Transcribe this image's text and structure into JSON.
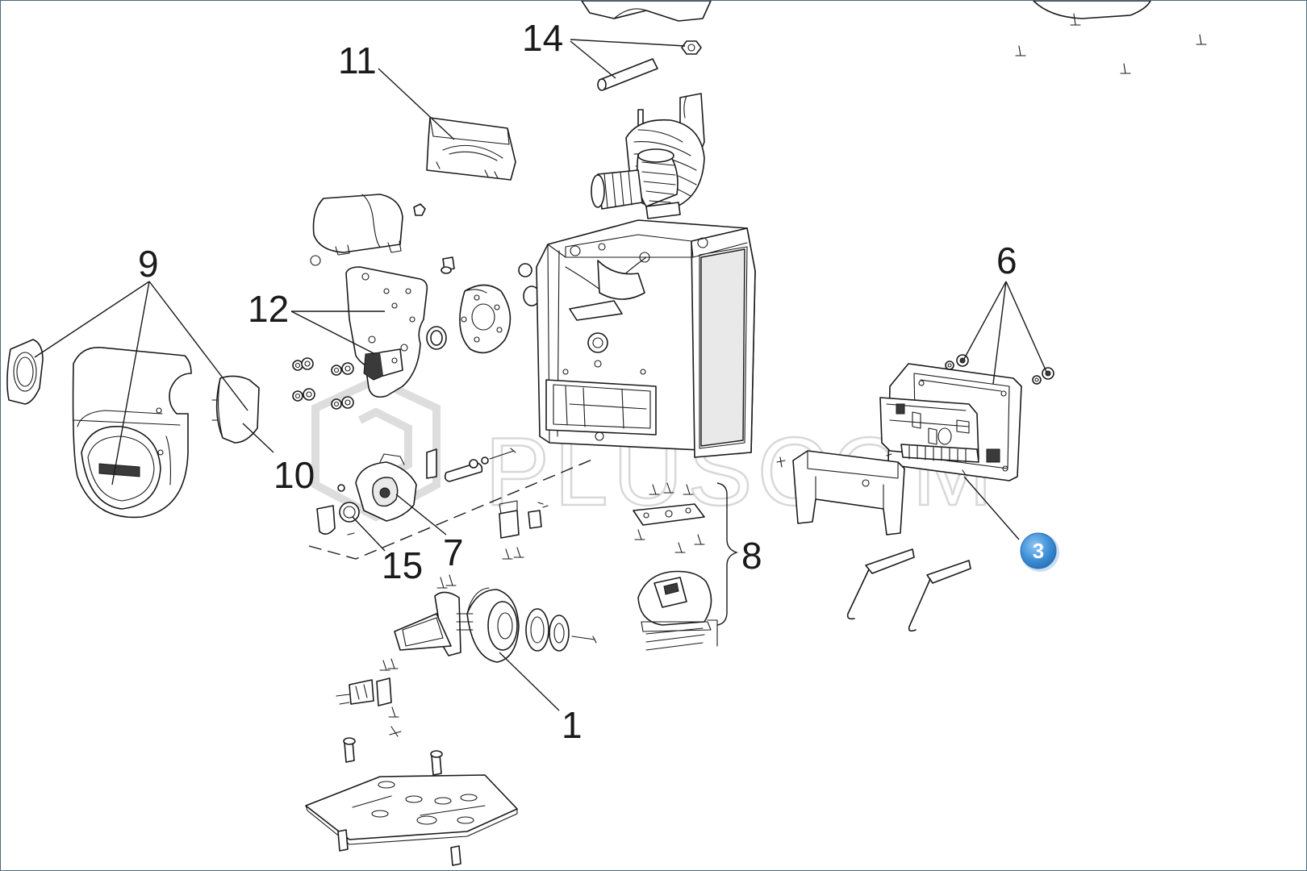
{
  "labels": {
    "part_1": "1",
    "part_6": "6",
    "part_7": "7",
    "part_8": "8",
    "part_9": "9",
    "part_10": "10",
    "part_11": "11",
    "part_12": "12",
    "part_14": "14",
    "part_15": "15"
  },
  "watermark": "PLUSCOM",
  "badge": {
    "value": "3",
    "color": "#3d8fd6"
  },
  "colors": {
    "line": "#1a1a1a",
    "frame_border": "#4a6b7a",
    "watermark": "#d8d8d8"
  }
}
